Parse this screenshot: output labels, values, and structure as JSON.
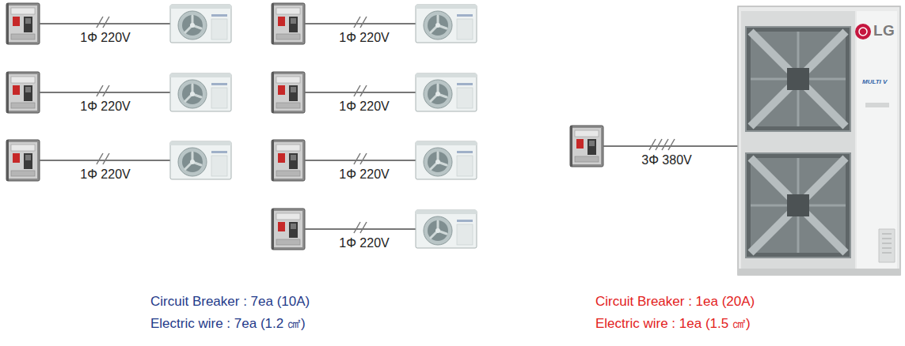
{
  "diagram": {
    "labels": [
      "1Φ 220V",
      "1Φ 220V",
      "1Φ 220V",
      "1Φ 220V",
      "1Φ 220V",
      "1Φ 220V",
      "1Φ 220V",
      "3Φ 380V",
      "LG",
      "MULTI V",
      "Circuit Breaker : 7ea (10A)",
      "Electric wire : 7ea (1.2 ㎠)",
      "Circuit Breaker : 1ea (20A)",
      "Electric wire : 1ea (1.5 ㎠)"
    ]
  }
}
